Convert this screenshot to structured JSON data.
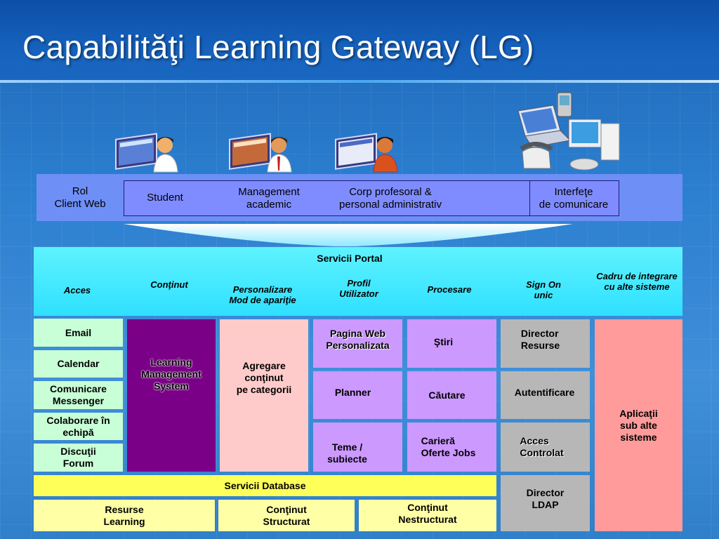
{
  "title": "Capabilităţi Learning Gateway (LG)",
  "icons": [
    "monitor-person-icon",
    "monitor-person-icon",
    "monitor-person-icon",
    "communication-devices-icon"
  ],
  "roles": {
    "rol_client": "Rol\nClient Web",
    "student": "Student",
    "management": "Management\nacademic",
    "corp": "Corp profesoral &\npersonal administrativ",
    "interfete": "Interfeţe\nde comunicare"
  },
  "portal": {
    "title": "Servicii Portal",
    "acces": "Acces",
    "continut": "Conţinut",
    "personalizare": "Personalizare\nMod de apariţie",
    "profil": "Profil\nUtilizator",
    "procesare": "Procesare",
    "sign_on": "Sign On\nunic",
    "cadru": "Cadru de integrare\ncu alte sisteme"
  },
  "access_items": [
    "Email",
    "Calendar",
    "Comunicare\nMessenger",
    "Colaborare în\nechipă",
    "Discuţii\nForum"
  ],
  "lms": "Learning\nManagement\nSystem",
  "agregare": "Agregare\nconţinut\npe categorii",
  "profil_items": [
    "Pagina Web\nPersonalizata",
    "Planner",
    "Teme /\nsubiecte"
  ],
  "procesare_items": [
    "Ştiri",
    "Căutare",
    "Carieră\nOferte Jobs"
  ],
  "sign_items": [
    "Director\nResurse",
    "Autentificare",
    "Acces\nControlat",
    "Director\nLDAP"
  ],
  "aplicatii": "Aplicaţii\nsub alte\nsisteme",
  "database": {
    "title": "Servicii Database",
    "items": [
      "Resurse\nLearning",
      "Conţinut\nStructurat",
      "Conţinut\nNestructurat"
    ]
  }
}
